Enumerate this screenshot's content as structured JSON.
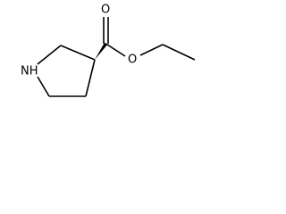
{
  "molecule": {
    "atoms": {
      "nitrogen": "NH",
      "carbonyl_oxygen": "O",
      "ester_oxygen": "O"
    },
    "stereocenter": "wedge"
  }
}
